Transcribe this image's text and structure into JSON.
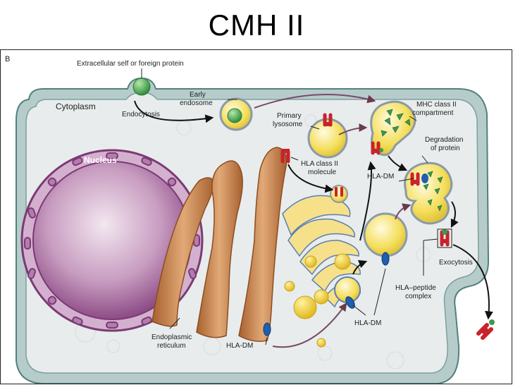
{
  "title": "CMH II",
  "panel_letter": "B",
  "labels": {
    "extracellular": "Extracellular self or foreign protein",
    "cytoplasm": "Cytoplasm",
    "early": "Early",
    "endosome": "endosome",
    "endocytosis": "Endocytosis",
    "primary": "Primary",
    "lysosome": "lysosome",
    "mhc1": "MHC class II",
    "mhc2": "compartment",
    "degradation1": "Degradation",
    "degradation2": "of protein",
    "nucleus": "Nucleus",
    "hla_class1": "HLA class II",
    "hla_class2": "molecule",
    "hla_dm_top": "HLA-DM",
    "exocytosis": "Exocytosis",
    "hla_peptide1": "HLA–peptide",
    "hla_peptide2": "complex",
    "hla_dm_mid": "HLA-DM",
    "er1": "Endoplasmic",
    "er2": "reticulum",
    "hla_dm_bottom": "HLA-DM"
  },
  "colors": {
    "cell_fill": "#e6eaea",
    "cell_border": "#5f8a86",
    "nucleus": "#7b3a74",
    "vesicle": "#f4de5a",
    "er": "#c9884f",
    "hla": "#c8232c",
    "hla_dm": "#1f5fae",
    "peptide": "#3a9a4e"
  }
}
